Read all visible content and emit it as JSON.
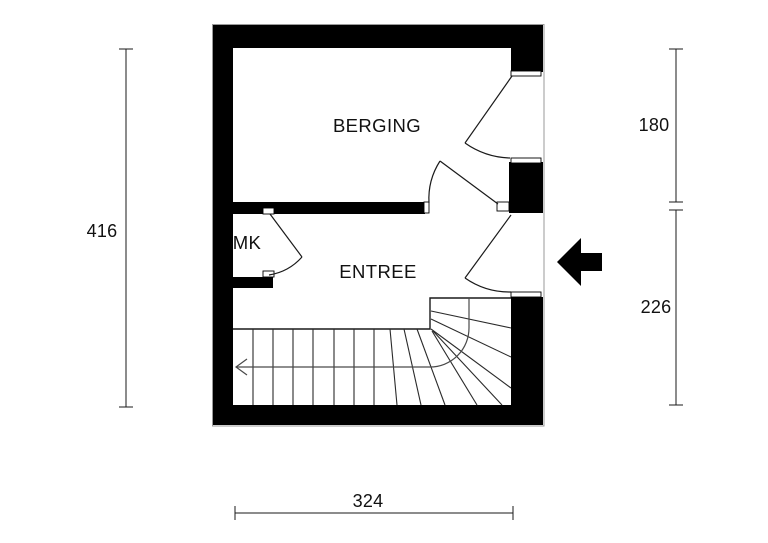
{
  "floor_plan": {
    "rooms": {
      "berging": "BERGING",
      "entree": "ENTREE",
      "mk": "MK"
    },
    "dimensions": {
      "left_height": "416",
      "right_upper": "180",
      "right_lower": "226",
      "bottom_width": "324"
    },
    "icons": {
      "entrance_arrow": "solid-left-arrow",
      "walk_line_arrow": "left-chevron"
    },
    "colors": {
      "wall": "#000000",
      "line": "#1a1a1a",
      "background": "#ffffff"
    }
  }
}
